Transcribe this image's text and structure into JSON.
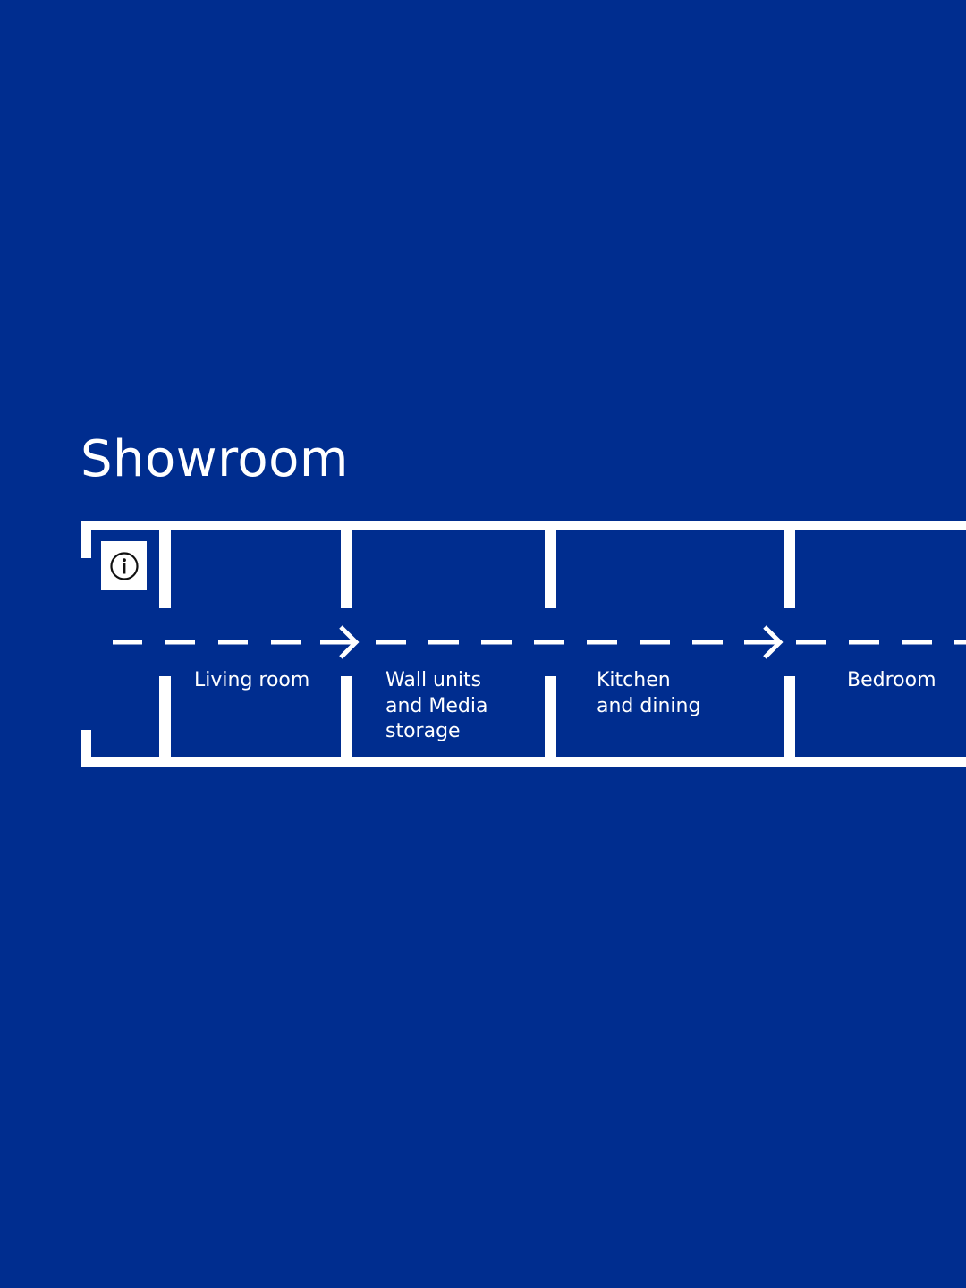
{
  "title": "Showroom",
  "colors": {
    "background": "#002d8f",
    "walls": "#ffffff"
  },
  "entrance": {
    "icon": "info-icon"
  },
  "rooms": [
    {
      "label": "Living room"
    },
    {
      "label": "Wall units\nand Media\nstorage"
    },
    {
      "label": "Kitchen\nand dining"
    },
    {
      "label": "Bedroom"
    }
  ],
  "path": {
    "style": "dashed",
    "arrow_icons": [
      "arrow-right-icon",
      "arrow-right-icon"
    ]
  }
}
